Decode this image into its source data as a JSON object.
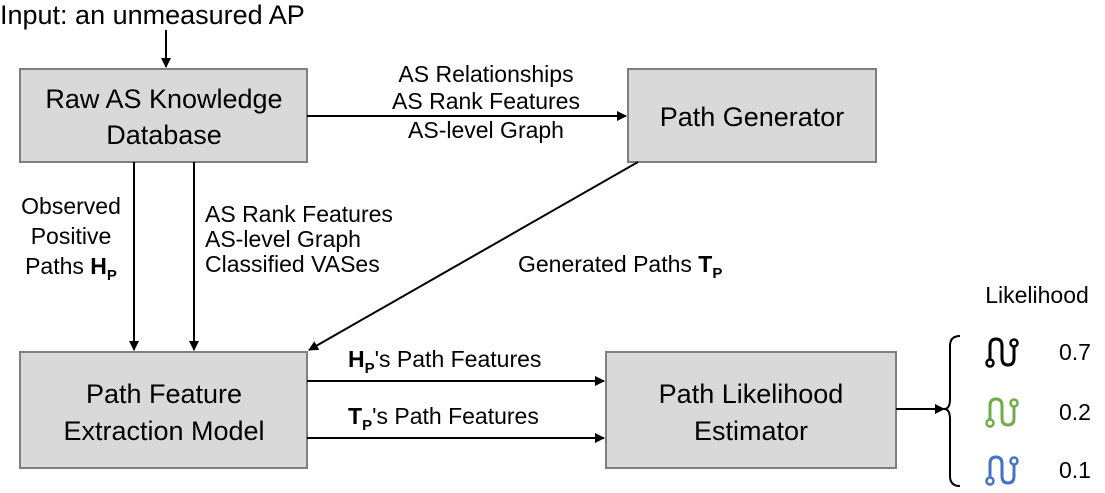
{
  "input_label": "Input: an unmeasured AP",
  "nodes": {
    "raw_db": {
      "line1": "Raw AS Knowledge",
      "line2": "Database"
    },
    "path_generator": {
      "line1": "Path Generator"
    },
    "feature_model": {
      "line1": "Path Feature",
      "line2": "Extraction Model"
    },
    "likelihood_estimator": {
      "line1": "Path Likelihood",
      "line2": "Estimator"
    }
  },
  "edges": {
    "db_to_generator": [
      "AS Relationships",
      "AS Rank Features",
      "AS-level Graph"
    ],
    "observed": {
      "line1": "Observed",
      "line2": "Positive",
      "line3": "Paths ",
      "symbol": "H",
      "sub": "P"
    },
    "db_to_feature": [
      "AS Rank Features",
      "AS-level Graph",
      "Classified VASes"
    ],
    "generated": {
      "text": "Generated Paths ",
      "symbol": "T",
      "sub": "P"
    },
    "hp_features": {
      "symbol": "H",
      "sub": "P",
      "text": "'s Path Features"
    },
    "tp_features": {
      "symbol": "T",
      "sub": "P",
      "text": "'s Path Features"
    }
  },
  "output": {
    "title": "Likelihood",
    "rows": [
      {
        "value": "0.7",
        "color": "#000000"
      },
      {
        "value": "0.2",
        "color": "#70ad47"
      },
      {
        "value": "0.1",
        "color": "#4472c4"
      }
    ]
  },
  "colors": {
    "box_fill": "#d9d9d9",
    "box_stroke": "#7f7f7f",
    "line": "#000000"
  }
}
